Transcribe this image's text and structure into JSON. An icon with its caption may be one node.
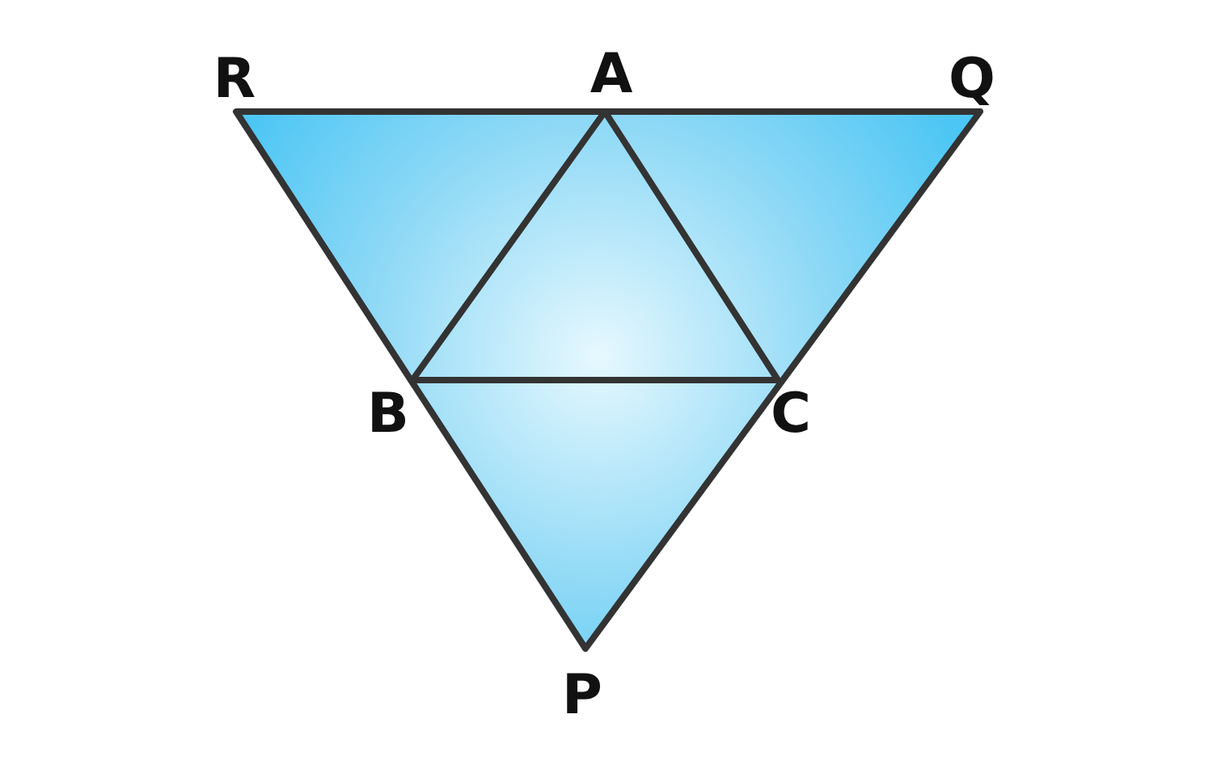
{
  "diagram": {
    "labels": [
      "R",
      "A",
      "Q",
      "B",
      "C",
      "P"
    ]
  }
}
